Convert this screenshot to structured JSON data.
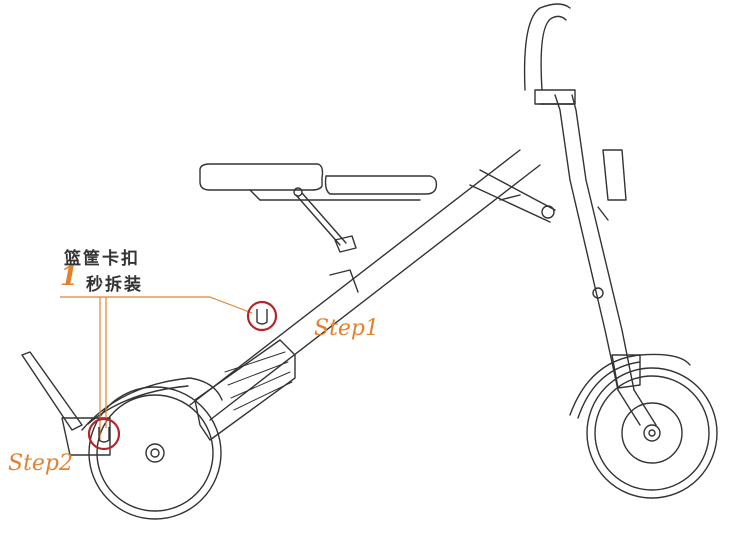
{
  "callout": {
    "title": "篮筐卡扣",
    "number": "1",
    "suffix": "秒拆装"
  },
  "steps": {
    "step1": "Step1",
    "step2": "Step2"
  },
  "colors": {
    "accent": "#e3822e",
    "marker": "#b3262c",
    "line": "#333333"
  }
}
